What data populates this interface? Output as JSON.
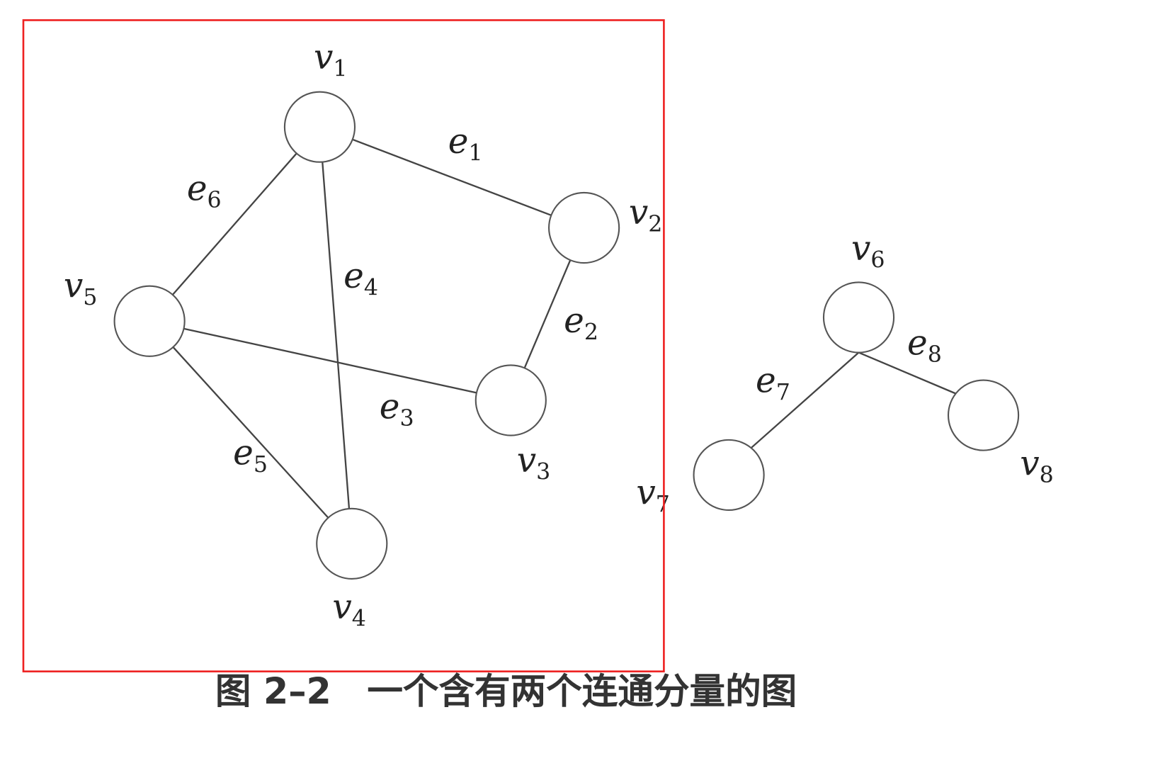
{
  "caption": "图 2–2　一个含有两个连通分量的图",
  "highlight_color": "#ee2222",
  "nodes": [
    {
      "id": "v1",
      "name": "v",
      "sub": "1"
    },
    {
      "id": "v2",
      "name": "v",
      "sub": "2"
    },
    {
      "id": "v3",
      "name": "v",
      "sub": "3"
    },
    {
      "id": "v4",
      "name": "v",
      "sub": "4"
    },
    {
      "id": "v5",
      "name": "v",
      "sub": "5"
    },
    {
      "id": "v6",
      "name": "v",
      "sub": "6"
    },
    {
      "id": "v7",
      "name": "v",
      "sub": "7"
    },
    {
      "id": "v8",
      "name": "v",
      "sub": "8"
    }
  ],
  "edges": [
    {
      "id": "e1",
      "name": "e",
      "sub": "1",
      "from": "v1",
      "to": "v2"
    },
    {
      "id": "e2",
      "name": "e",
      "sub": "2",
      "from": "v2",
      "to": "v3"
    },
    {
      "id": "e3",
      "name": "e",
      "sub": "3",
      "from": "v5",
      "to": "v3"
    },
    {
      "id": "e4",
      "name": "e",
      "sub": "4",
      "from": "v1",
      "to": "v4"
    },
    {
      "id": "e5",
      "name": "e",
      "sub": "5",
      "from": "v5",
      "to": "v4"
    },
    {
      "id": "e6",
      "name": "e",
      "sub": "6",
      "from": "v1",
      "to": "v5"
    },
    {
      "id": "e7",
      "name": "e",
      "sub": "7",
      "from": "v6",
      "to": "v7"
    },
    {
      "id": "e8",
      "name": "e",
      "sub": "8",
      "from": "v6",
      "to": "v8"
    }
  ]
}
